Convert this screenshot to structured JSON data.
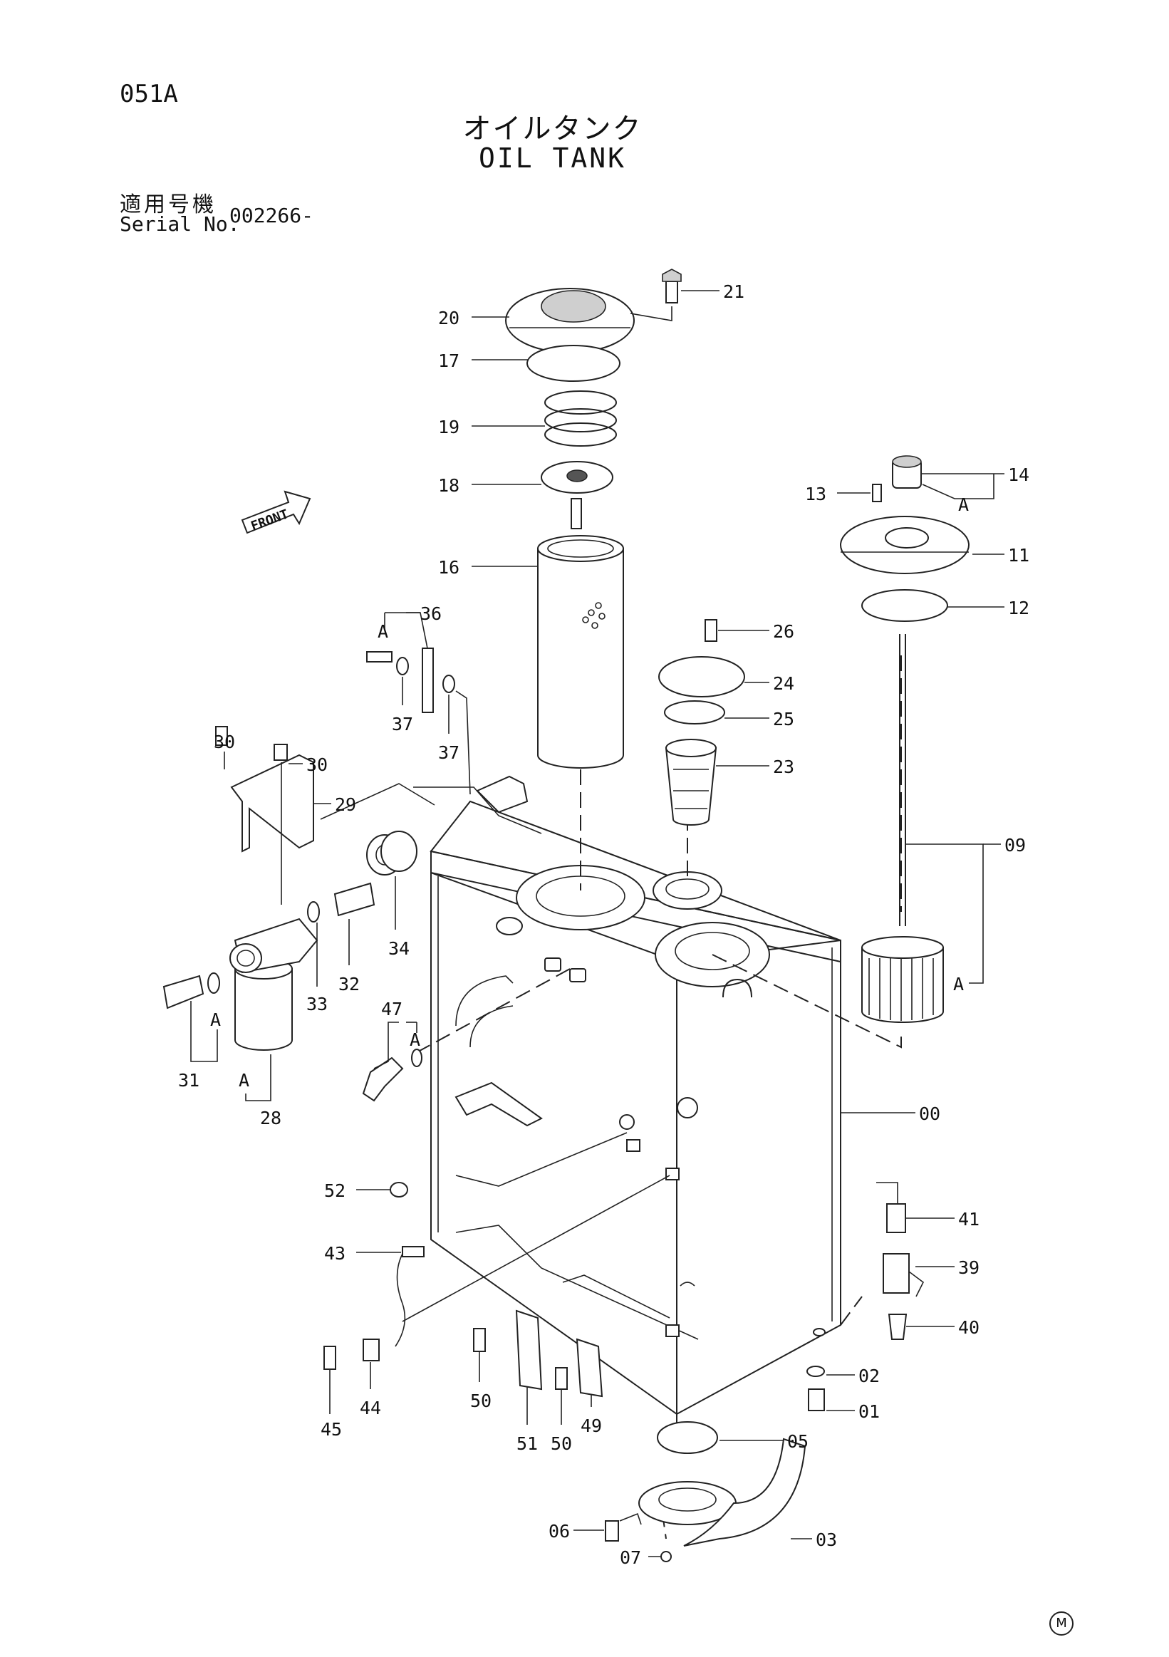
{
  "header": {
    "page_code": "051A",
    "title_jp": "オイルタンク",
    "title_en": "OIL TANK",
    "serial_label_jp": "適用号機",
    "serial_label_en": "Serial No.",
    "serial_value": "002266-"
  },
  "labels": {
    "front": "FRONT",
    "view_marker": "A"
  },
  "callouts": {
    "p00": "00",
    "p01": "01",
    "p02": "02",
    "p03": "03",
    "p05": "05",
    "p06": "06",
    "p07": "07",
    "p09": "09",
    "p11": "11",
    "p12": "12",
    "p13": "13",
    "p14": "14",
    "p16": "16",
    "p17": "17",
    "p18": "18",
    "p19": "19",
    "p20": "20",
    "p21": "21",
    "p23": "23",
    "p24": "24",
    "p25": "25",
    "p26": "26",
    "p28": "28",
    "p29": "29",
    "p30": "30",
    "p31": "31",
    "p32": "32",
    "p33": "33",
    "p34": "34",
    "p36": "36",
    "p37": "37",
    "p39": "39",
    "p40": "40",
    "p41": "41",
    "p43": "43",
    "p44": "44",
    "p45": "45",
    "p47": "47",
    "p49": "49",
    "p50": "50",
    "p51": "51",
    "p52": "52"
  },
  "corner_mark": "M"
}
